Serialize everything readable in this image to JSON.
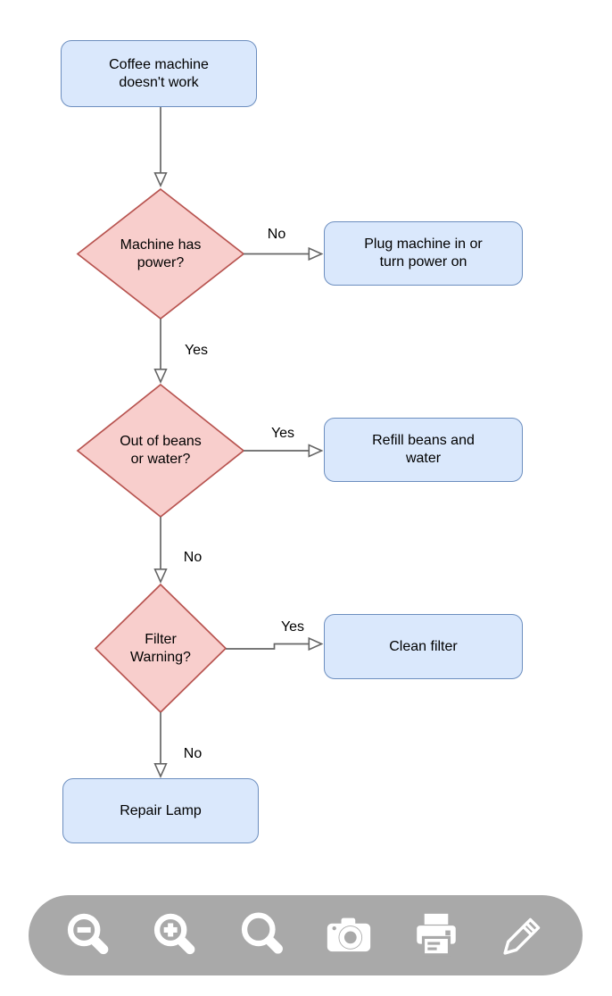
{
  "colors": {
    "process_fill": "#dae8fc",
    "process_stroke": "#6c8ebf",
    "decision_fill": "#f8cecc",
    "decision_stroke": "#b85450",
    "edge_color": "#666666",
    "arrowhead_fill": "#ffffff",
    "label_color": "#000000",
    "toolbar_bg": "#a9a9a9",
    "icon_color": "#ffffff"
  },
  "flowchart": {
    "nodes": {
      "start": {
        "label": "Coffee machine doesn't work",
        "type": "process"
      },
      "power": {
        "label": "Machine has power?",
        "type": "decision"
      },
      "plug": {
        "label": "Plug machine in or turn power on",
        "type": "process"
      },
      "beans": {
        "label": "Out of beans or water?",
        "type": "decision"
      },
      "refill": {
        "label": "Refill beans and water",
        "type": "process"
      },
      "filter": {
        "label": "Filter Warning?",
        "type": "decision"
      },
      "clean": {
        "label": "Clean filter",
        "type": "process"
      },
      "repair": {
        "label": "Repair Lamp",
        "type": "process"
      }
    },
    "edges": [
      {
        "from": "start",
        "to": "power",
        "label": ""
      },
      {
        "from": "power",
        "to": "plug",
        "label": "No"
      },
      {
        "from": "power",
        "to": "beans",
        "label": "Yes"
      },
      {
        "from": "beans",
        "to": "refill",
        "label": "Yes"
      },
      {
        "from": "beans",
        "to": "filter",
        "label": "No"
      },
      {
        "from": "filter",
        "to": "clean",
        "label": "Yes"
      },
      {
        "from": "filter",
        "to": "repair",
        "label": "No"
      }
    ]
  },
  "toolbar": {
    "buttons": [
      {
        "name": "zoom-out",
        "icon": "magnifier-minus-icon"
      },
      {
        "name": "zoom-in",
        "icon": "magnifier-plus-icon"
      },
      {
        "name": "search",
        "icon": "magnifier-icon"
      },
      {
        "name": "camera",
        "icon": "camera-icon"
      },
      {
        "name": "print",
        "icon": "printer-icon"
      },
      {
        "name": "edit",
        "icon": "pencil-icon"
      }
    ]
  }
}
